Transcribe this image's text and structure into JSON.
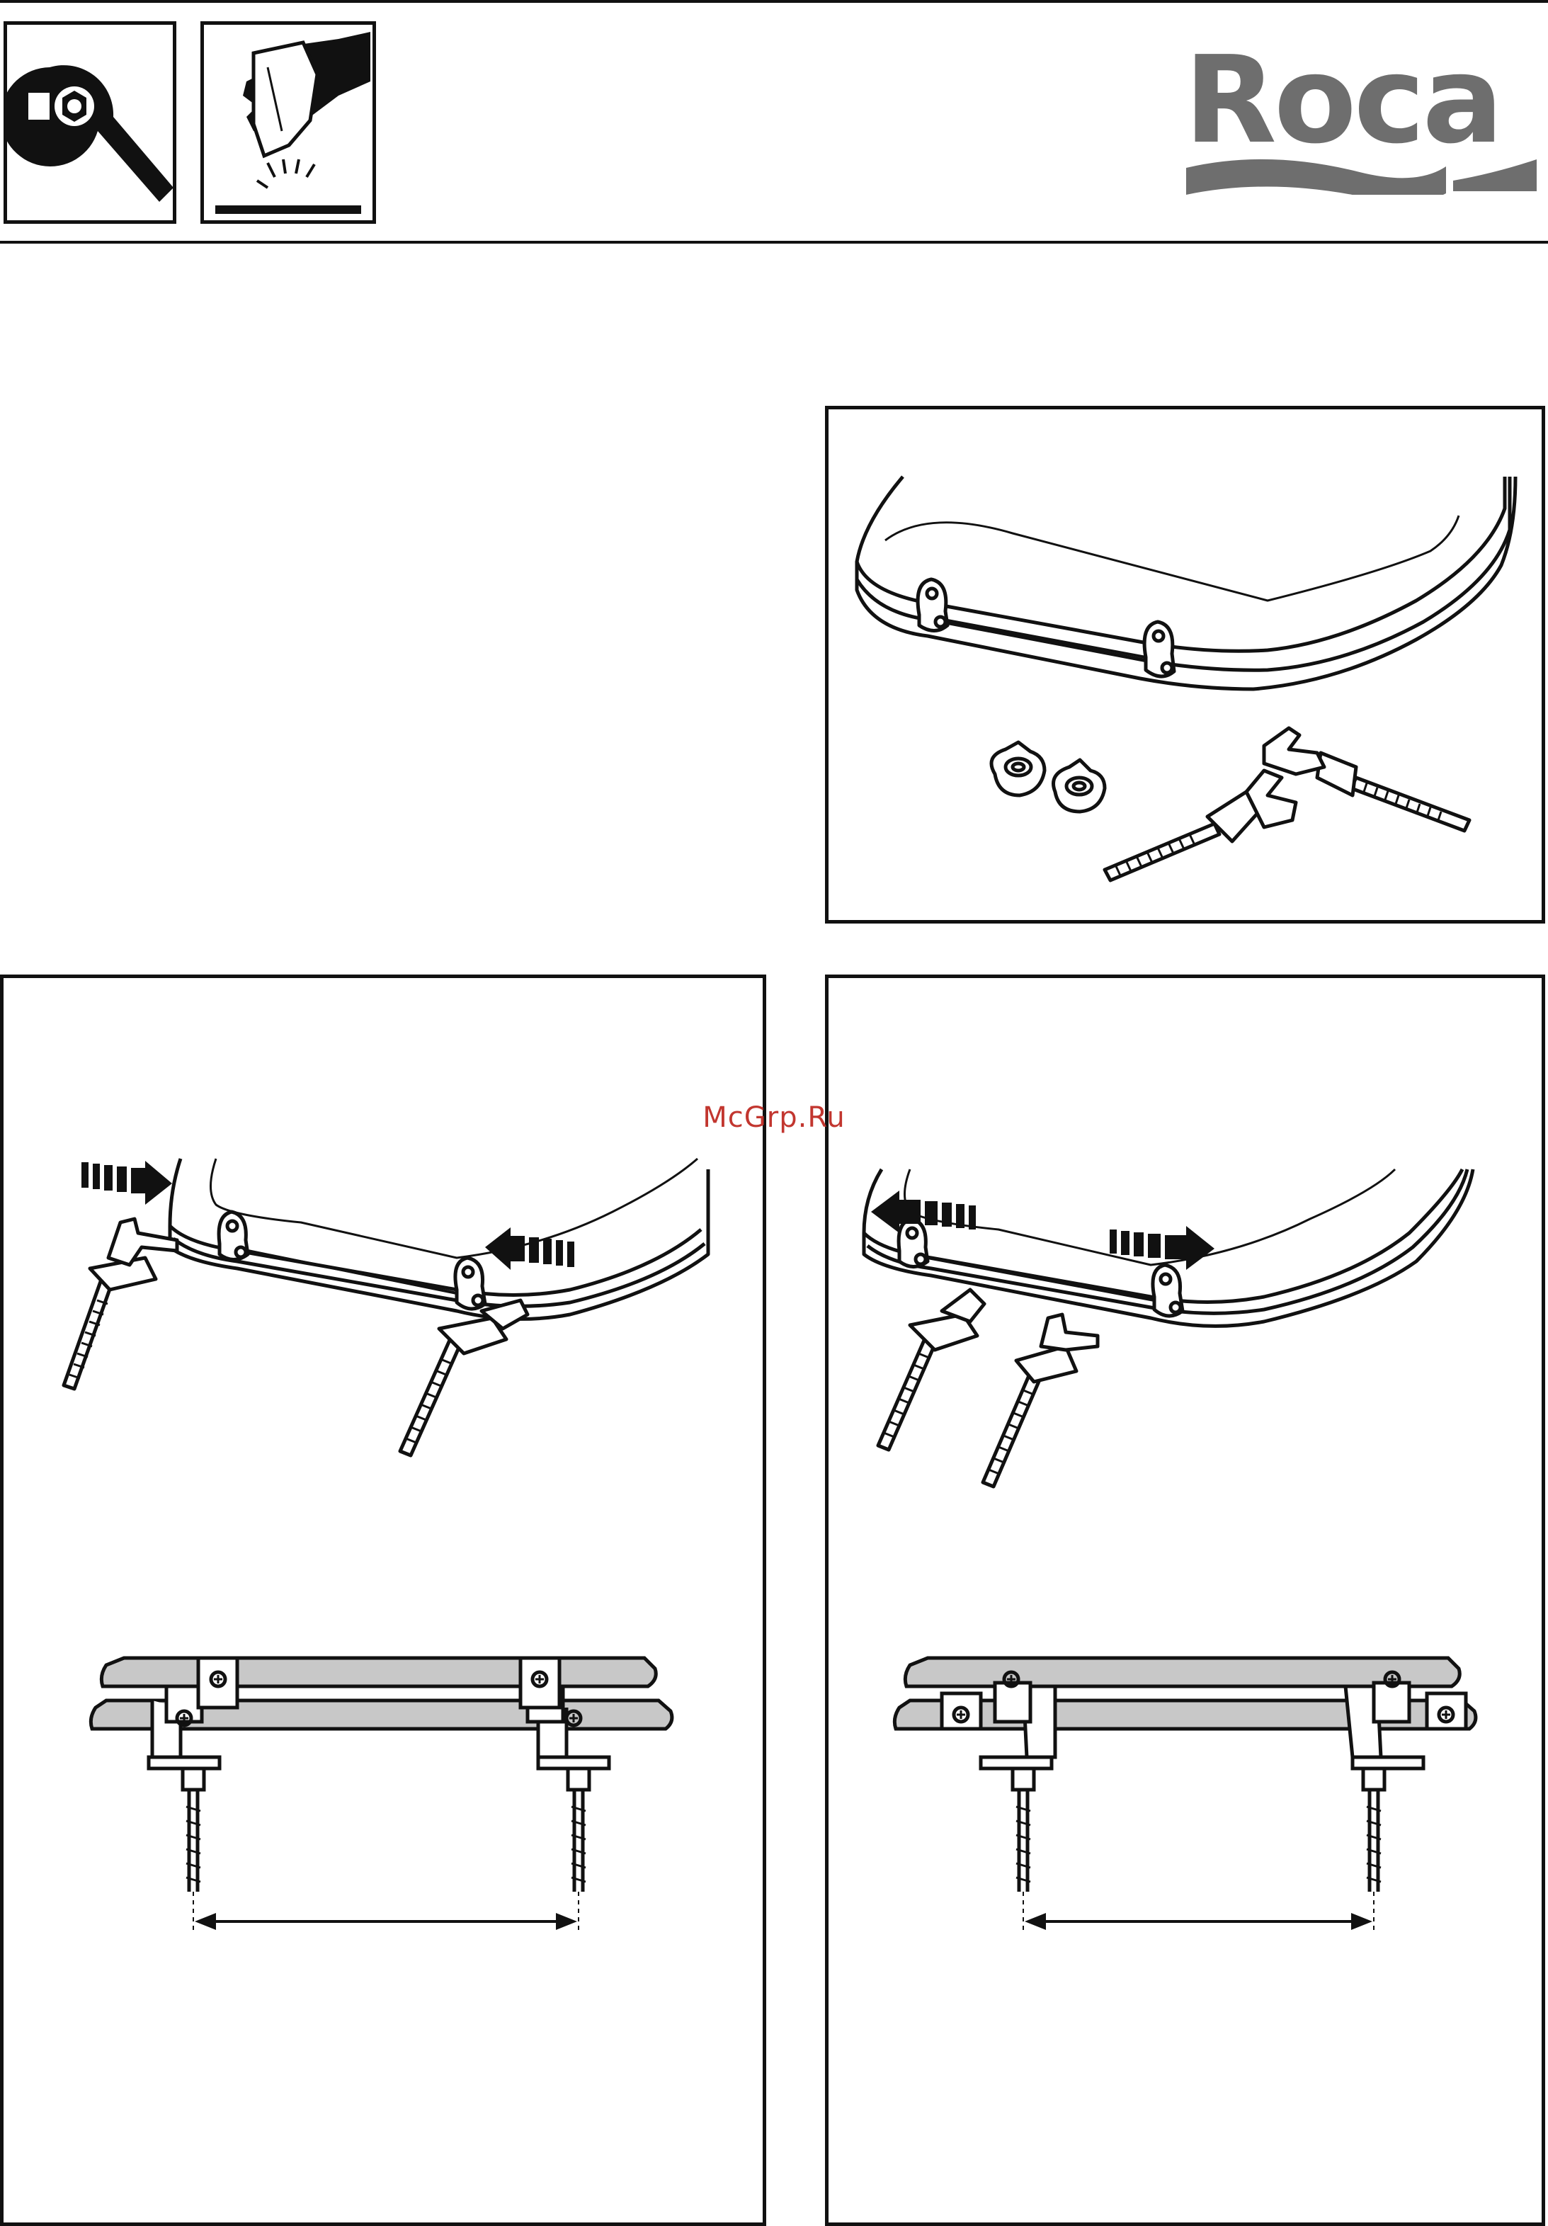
{
  "header": {
    "icons": [
      "wrench-icon",
      "cleaning-cloth-icon"
    ],
    "brand": {
      "name": "Roca",
      "color": "#6e6e6e"
    }
  },
  "watermark": {
    "text": "McGrp.Ru",
    "color": "#c2362f"
  },
  "panels": [
    {
      "id": "parts-overview",
      "content": [
        "toilet-seat",
        "wing-nut",
        "wing-nut",
        "hinge-bolt",
        "hinge-bolt"
      ]
    },
    {
      "id": "inward-fitting",
      "arrows": [
        "arrow-in-left",
        "arrow-in-right"
      ]
    },
    {
      "id": "outward-fitting",
      "arrows": [
        "arrow-out-left",
        "arrow-out-right"
      ]
    }
  ],
  "colors": {
    "line": "#111111",
    "seat_fill": "#c8c8c8",
    "paper": "#ffffff"
  }
}
